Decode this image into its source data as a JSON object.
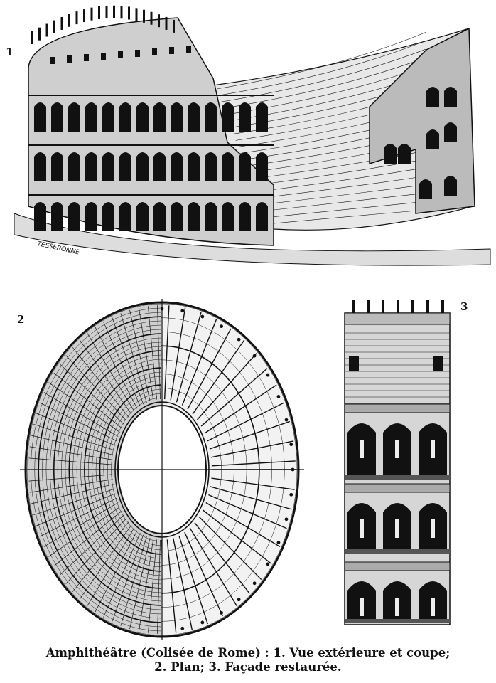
{
  "figures": {
    "exterior": {
      "number": "1",
      "signature": "TESSERONNE"
    },
    "plan": {
      "number": "2"
    },
    "facade": {
      "number": "3"
    }
  },
  "caption": {
    "line1": "Amphithéâtre (Colisée de Rome) : 1. Vue extérieure et coupe;",
    "line2": "2. Plan; 3. Façade restaurée."
  },
  "colors": {
    "ink": "#111111",
    "paper": "#ffffff",
    "shade": "#555555"
  }
}
